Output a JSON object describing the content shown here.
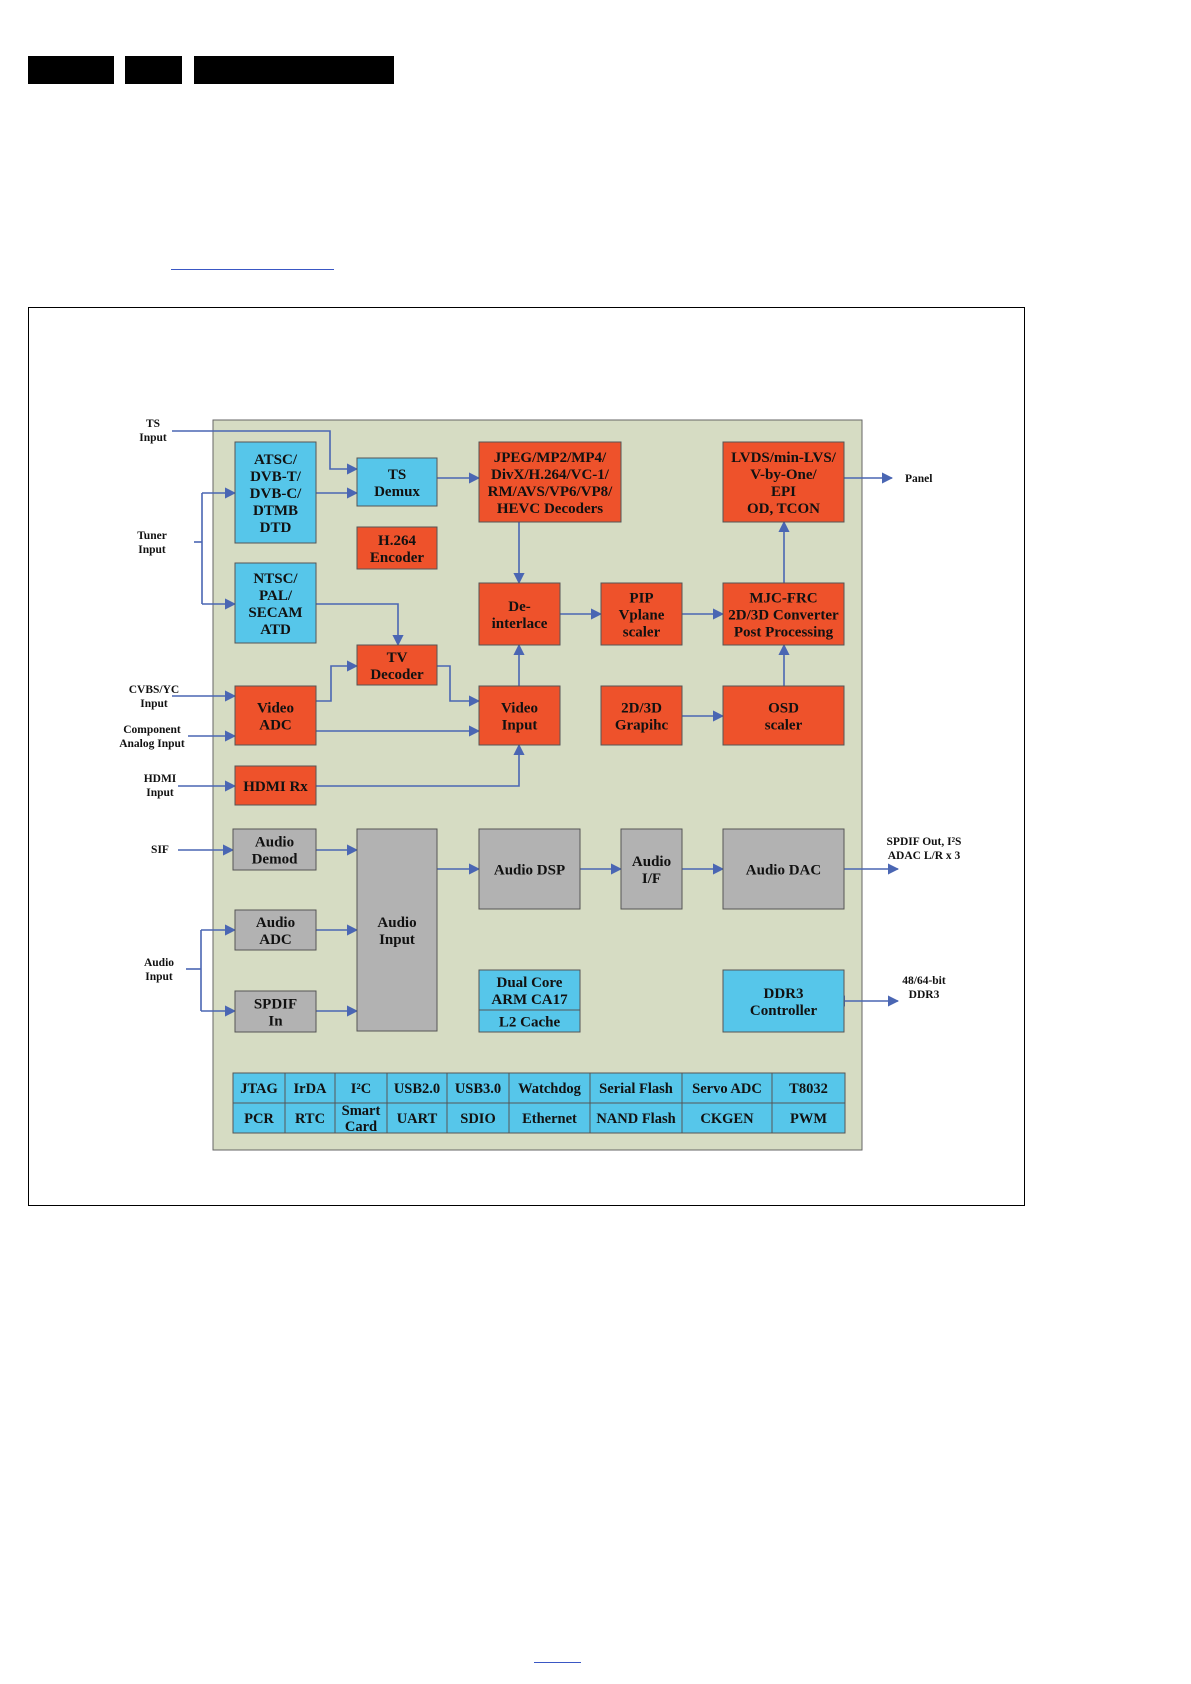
{
  "colors": {
    "board": "#d6dcc3",
    "cyan": "#56c6ea",
    "orange": "#ee522b",
    "gray": "#b2b2b2",
    "arrow": "#4a66b3"
  },
  "inputs": {
    "ts": [
      "TS",
      "Input"
    ],
    "tuner": [
      "Tuner",
      "Input"
    ],
    "cvbs": [
      "CVBS/YC",
      "Input"
    ],
    "component": [
      "Component",
      "Analog Input"
    ],
    "hdmi": [
      "HDMI",
      "Input"
    ],
    "sif": [
      "SIF"
    ],
    "audio": [
      "Audio",
      "Input"
    ]
  },
  "outputs": {
    "panel": [
      "Panel"
    ],
    "spdif": [
      "SPDIF Out, I²S",
      "ADAC L/R x 3"
    ],
    "ddr": [
      "48/64-bit",
      "DDR3"
    ]
  },
  "blocks": {
    "atsc": [
      "ATSC/",
      "DVB-T/",
      "DVB-C/",
      "DTMB",
      "DTD"
    ],
    "ntsc": [
      "NTSC/",
      "PAL/",
      "SECAM",
      "ATD"
    ],
    "ts_demux": [
      "TS",
      "Demux"
    ],
    "h264": [
      "H.264",
      "Encoder"
    ],
    "decoders": [
      "JPEG/MP2/MP4/",
      "DivX/H.264/VC-1/",
      "RM/AVS/VP6/VP8/",
      "HEVC Decoders"
    ],
    "lvds": [
      "LVDS/min-LVS/",
      "V-by-One/",
      "EPI",
      "OD, TCON"
    ],
    "deinterlace": [
      "De-",
      "interlace"
    ],
    "pip": [
      "PIP",
      "Vplane",
      "scaler"
    ],
    "mjc": [
      "MJC-FRC",
      "2D/3D Converter",
      "Post Processing"
    ],
    "tv_decoder": [
      "TV",
      "Decoder"
    ],
    "video_adc": [
      "Video",
      "ADC"
    ],
    "video_input": [
      "Video",
      "Input"
    ],
    "graphic": [
      "2D/3D",
      "Grapihc"
    ],
    "osd": [
      "OSD",
      "scaler"
    ],
    "hdmi_rx": [
      "HDMI Rx"
    ],
    "audio_demod": [
      "Audio",
      "Demod"
    ],
    "audio_input": [
      "Audio",
      "Input"
    ],
    "audio_dsp": [
      "Audio DSP"
    ],
    "audio_if": [
      "Audio",
      "I/F"
    ],
    "audio_dac": [
      "Audio DAC"
    ],
    "audio_adc": [
      "Audio",
      "ADC"
    ],
    "spdif_in": [
      "SPDIF",
      "In"
    ],
    "arm": [
      "Dual Core",
      "ARM CA17"
    ],
    "l2": [
      "L2 Cache"
    ],
    "ddr3": [
      "DDR3",
      "Controller"
    ]
  },
  "peripherals": {
    "row1": [
      "JTAG",
      "IrDA",
      "I²C",
      "USB2.0",
      "USB3.0",
      "Watchdog",
      "Serial Flash",
      "Servo ADC",
      "T8032"
    ],
    "row2": [
      "PCR",
      "RTC",
      "Smart Card",
      "UART",
      "SDIO",
      "Ethernet",
      "NAND Flash",
      "CKGEN",
      "PWM"
    ]
  }
}
